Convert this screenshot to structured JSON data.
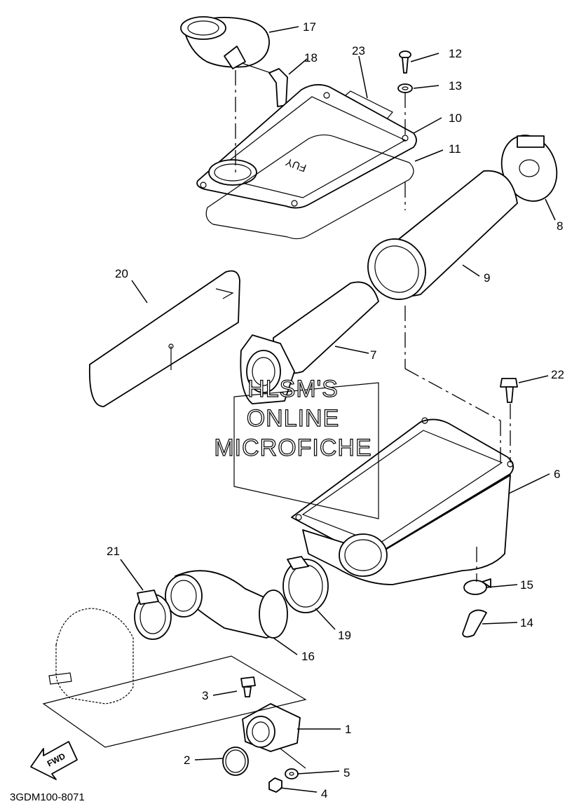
{
  "diagram_code": "3GDM100-8071",
  "watermark": {
    "line1": "HLSM'S",
    "line2": "ONLINE",
    "line3": "MICROFICHE"
  },
  "fwd_label": "FWD",
  "cover_marking": "FUY",
  "callouts": {
    "c1": "1",
    "c2": "2",
    "c3": "3",
    "c4": "4",
    "c5": "5",
    "c6": "6",
    "c7": "7",
    "c8": "8",
    "c9": "9",
    "c10": "10",
    "c11": "11",
    "c12": "12",
    "c13": "13",
    "c14": "14",
    "c15": "15",
    "c16": "16",
    "c17": "17",
    "c18": "18",
    "c19": "19",
    "c20": "20",
    "c21": "21",
    "c22": "22",
    "c23": "23"
  }
}
